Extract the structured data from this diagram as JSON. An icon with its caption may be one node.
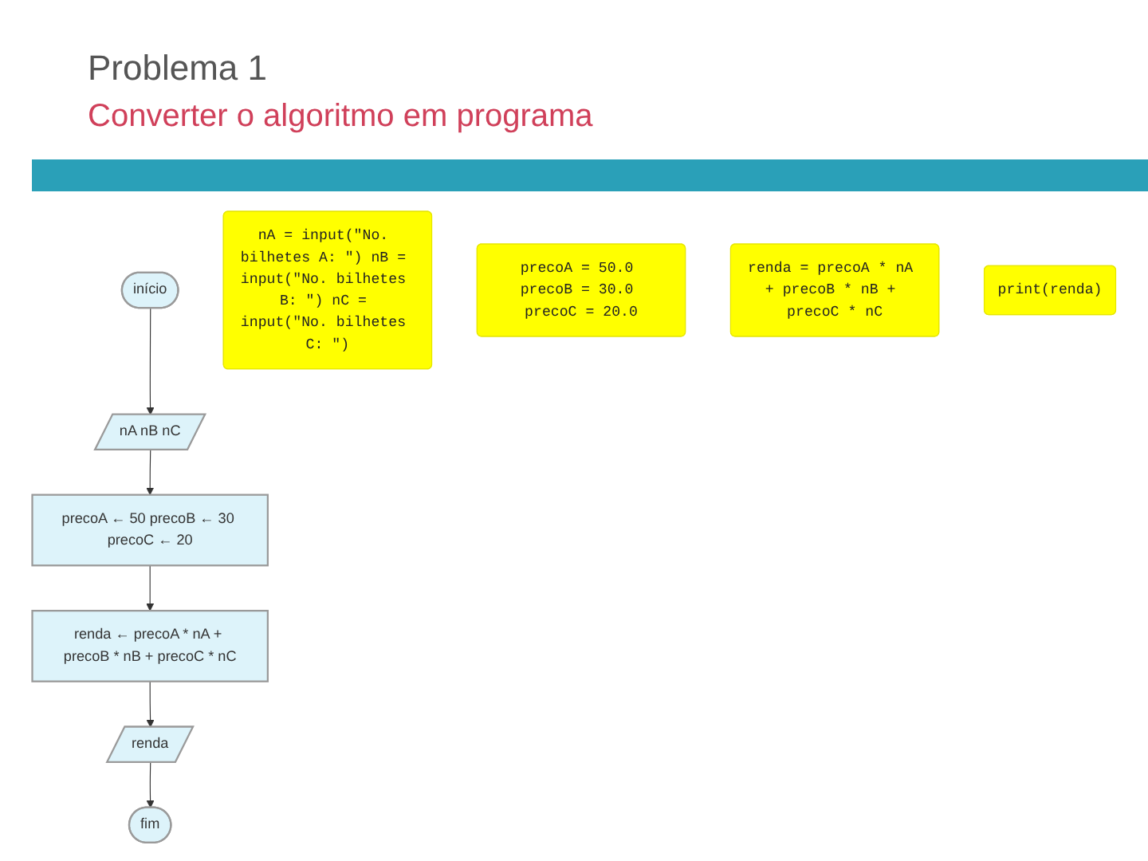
{
  "diagram": {
    "title": "Problema 1",
    "nodes": [
      {
        "text": [
          "início"
        ]
      },
      {
        "text": [
          "nA nB nC"
        ]
      },
      {
        "text": [
          "precoA ← 50 precoB ← 30 precoC ← 20"
        ]
      },
      {
        "text": [
          "renda ← precoA * nA + precoB * nB + precoC * nC"
        ]
      },
      {
        "text": [
          "renda"
        ]
      },
      {
        "text": [
          "fim"
        ]
      },
      {
        "text": [
          "nA = input(\"No. bilhetes A: \") nB = input(\"No. bilhetes B: \") nC = input(\"No. bilhetes C: \")"
        ]
      },
      {
        "text": [
          "precoA = 50.0 precoB = 30.0 precoC = 20.0"
        ]
      },
      {
        "text": [
          "renda = precoA * nA + precoB * nB + precoC * nC"
        ]
      },
      {
        "text": [
          "print(renda)"
        ]
      }
    ],
    "edges": [
      {
        "from": 0,
        "to": 1,
        "arrow": "to"
      },
      {
        "from": 1,
        "to": 2,
        "arrow": "to"
      },
      {
        "from": 2,
        "to": 3,
        "arrow": "to"
      },
      {
        "from": 3,
        "to": 4,
        "arrow": "to"
      },
      {
        "from": 4,
        "to": 5,
        "arrow": "to"
      }
    ],
    "labels": [
      "Converter o algoritmo em programa"
    ]
  }
}
